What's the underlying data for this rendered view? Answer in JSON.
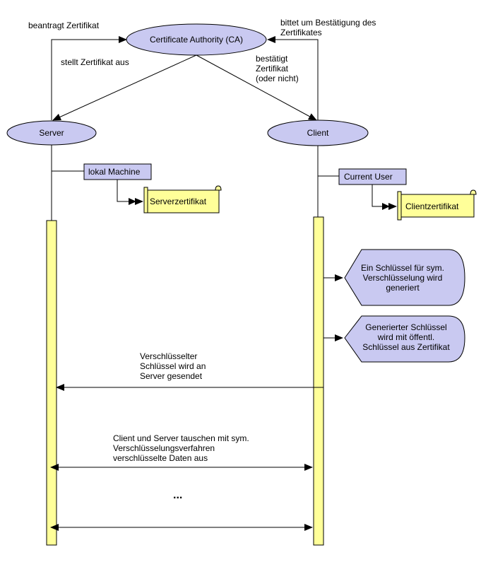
{
  "nodes": {
    "ca": "Certificate Authority (CA)",
    "server": "Server",
    "client": "Client",
    "local_machine": "lokal Machine",
    "current_user": "Current User",
    "server_cert": "Serverzertifikat",
    "client_cert": "Clientzertifikat"
  },
  "edges": {
    "request_cert": "beantragt Zertifikat",
    "issue_cert": "stellt Zertifikat aus",
    "ask_confirm": [
      "bittet um Bestätigung des",
      "Zertifikates"
    ],
    "confirm": [
      "bestätigt",
      "Zertifikat",
      "(oder nicht)"
    ]
  },
  "steps": {
    "gen_key": [
      "Ein Schlüssel für sym.",
      "Verschlüsselung wird",
      "generiert"
    ],
    "encrypt_key": [
      "Generierter Schlüssel",
      "wird mit öffentl.",
      "Schlüssel aus Zertifikat"
    ]
  },
  "messages": {
    "send_key": [
      "Verschlüsselter",
      "Schlüssel wird an",
      "Server gesendet"
    ],
    "exchange": [
      "Client und Server tauschen mit sym.",
      "Verschlüsselungsverfahren",
      "verschlüsselte Daten aus"
    ],
    "ellipsis": "..."
  },
  "colors": {
    "ellipse": "#c9c9f1",
    "box": "#c9c9f1",
    "activation": "#ffff99",
    "scroll": "#ffff99",
    "stroke": "#000000"
  }
}
